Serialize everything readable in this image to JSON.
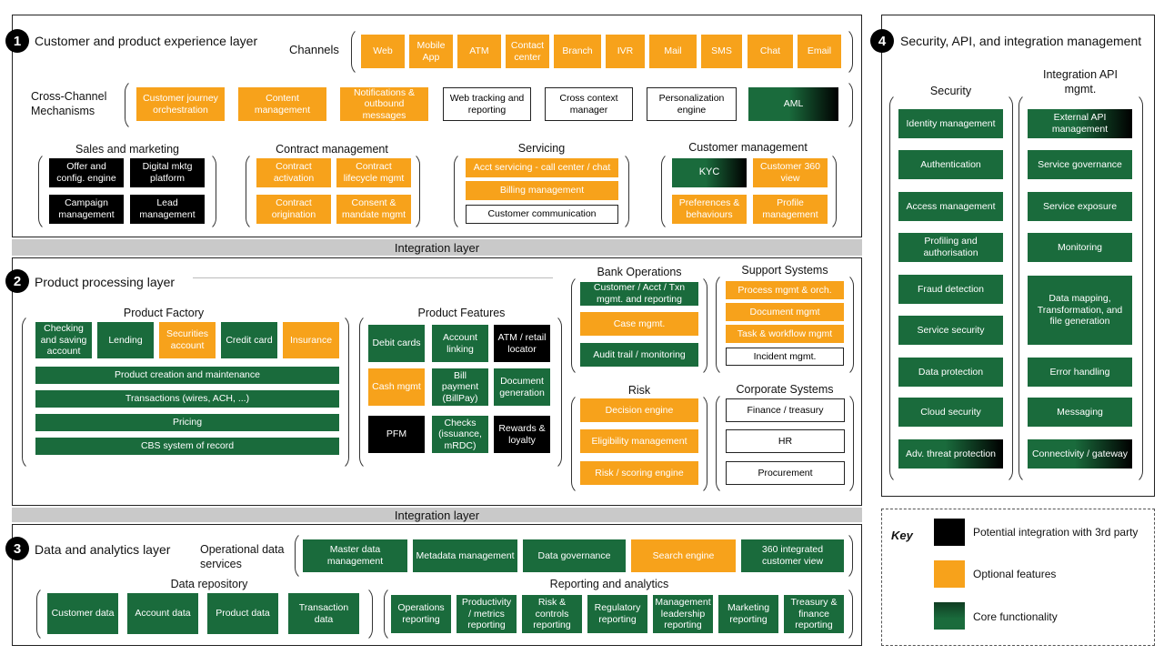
{
  "layer1": {
    "number": "1",
    "title": "Customer and product experience layer",
    "channels_label": "Channels",
    "channels": [
      "Web",
      "Mobile App",
      "ATM",
      "Contact center",
      "Branch",
      "IVR",
      "Mail",
      "SMS",
      "Chat",
      "Email"
    ],
    "cross_label": "Cross-Channel Mechanisms",
    "cross": [
      "Customer journey orchestration",
      "Content management",
      "Notifications & outbound messages",
      "Web tracking and reporting",
      "Cross context manager",
      "Personalization engine",
      "AML"
    ],
    "sales": {
      "title": "Sales and marketing",
      "items": [
        "Offer and config. engine",
        "Digital mktg platform",
        "Campaign management",
        "Lead management"
      ]
    },
    "contract": {
      "title": "Contract management",
      "items": [
        "Contract activation",
        "Contract lifecycle mgmt",
        "Contract origination",
        "Consent & mandate mgmt"
      ]
    },
    "servicing": {
      "title": "Servicing",
      "items": [
        "Acct servicing - call center / chat",
        "Billing management",
        "Customer communication"
      ]
    },
    "customer": {
      "title": "Customer management",
      "items": [
        "KYC",
        "Customer 360 view",
        "Preferences & behaviours",
        "Profile management"
      ]
    }
  },
  "integration_label": "Integration layer",
  "layer2": {
    "number": "2",
    "title": "Product processing layer",
    "factory": {
      "title": "Product Factory",
      "top": [
        "Checking and saving account",
        "Lending",
        "Securities account",
        "Credit card",
        "Insurance"
      ],
      "rows": [
        "Product creation and maintenance",
        "Transactions (wires, ACH, ...)",
        "Pricing",
        "CBS system of record"
      ]
    },
    "features": {
      "title": "Product Features",
      "items": [
        "Debit cards",
        "Account linking",
        "ATM / retail locator",
        "Cash mgmt",
        "Bill payment (BillPay)",
        "Document generation",
        "PFM",
        "Checks (issuance, mRDC)",
        "Rewards & loyalty"
      ]
    },
    "bankops": {
      "title": "Bank Operations",
      "items": [
        "Customer / Acct / Txn mgmt. and reporting",
        "Case mgmt.",
        "Audit trail / monitoring"
      ]
    },
    "support": {
      "title": "Support Systems",
      "items": [
        "Process mgmt & orch.",
        "Document mgmt",
        "Task & workflow mgmt",
        "Incident mgmt."
      ]
    },
    "risk": {
      "title": "Risk",
      "items": [
        "Decision engine",
        "Eligibility management",
        "Risk / scoring engine"
      ]
    },
    "corporate": {
      "title": "Corporate Systems",
      "items": [
        "Finance / treasury",
        "HR",
        "Procurement"
      ]
    }
  },
  "layer3": {
    "number": "3",
    "title": "Data and analytics layer",
    "ops_label": "Operational data services",
    "ops": [
      "Master data management",
      "Metadata management",
      "Data governance",
      "Search engine",
      "360 integrated customer view"
    ],
    "repo": {
      "title": "Data repository",
      "items": [
        "Customer data",
        "Account data",
        "Product data",
        "Transaction data"
      ]
    },
    "reporting": {
      "title": "Reporting and analytics",
      "items": [
        "Operations reporting",
        "Productivity / metrics reporting",
        "Risk & controls reporting",
        "Regulatory reporting",
        "Management leadership reporting",
        "Marketing reporting",
        "Treasury & finance reporting"
      ]
    }
  },
  "layer4": {
    "number": "4",
    "title": "Security, API, and integration management",
    "security": {
      "title": "Security",
      "items": [
        "Identity management",
        "Authentication",
        "Access management",
        "Profiling and authorisation",
        "Fraud detection",
        "Service security",
        "Data protection",
        "Cloud security",
        "Adv. threat protection"
      ]
    },
    "api": {
      "title": "Integration API mgmt.",
      "items": [
        "External API management",
        "Service governance",
        "Service exposure",
        "Monitoring",
        "Data mapping, Transformation, and file generation",
        "Error handling",
        "Messaging",
        "Connectivity / gateway"
      ]
    }
  },
  "key": {
    "title": "Key",
    "items": [
      "Potential integration with 3rd party",
      "Optional features",
      "Core functionality"
    ],
    "colors": {
      "orange": "#f7a21b",
      "green": "#1a6b3c",
      "black": "#000000"
    }
  }
}
